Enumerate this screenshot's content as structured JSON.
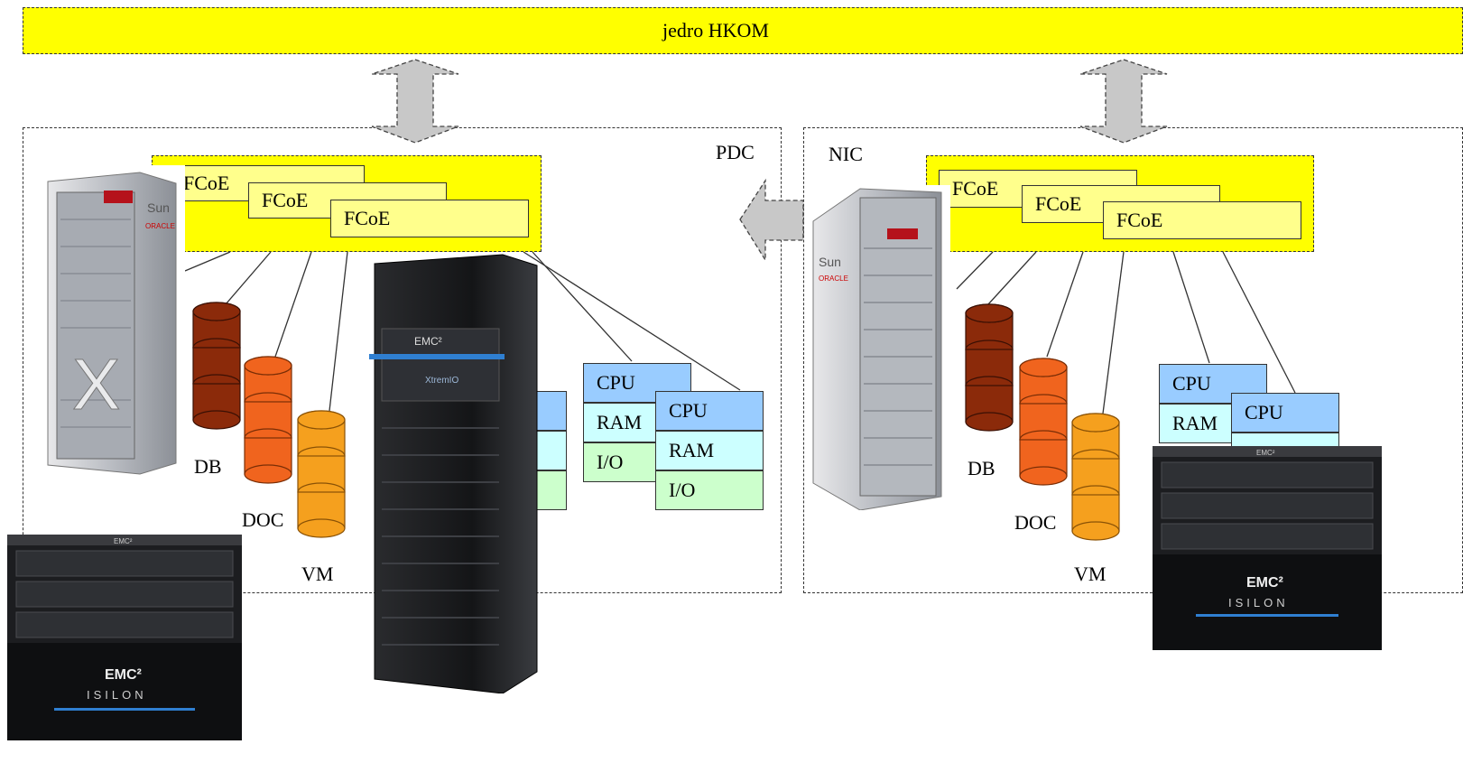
{
  "core": {
    "label": "jedro HKOM"
  },
  "left_site": {
    "name": "PDC",
    "fcoe": [
      "FCoE",
      "FCoE",
      "FCoE"
    ],
    "storage": [
      "DB",
      "DOC",
      "VM"
    ],
    "hosts": [
      {
        "cpu": "CPU",
        "ram": "RAM",
        "io": "I/O"
      },
      {
        "cpu": "CPU",
        "ram": "RAM",
        "io": "I/O"
      }
    ]
  },
  "right_site": {
    "name": "NIC",
    "fcoe": [
      "FCoE",
      "FCoE",
      "FCoE"
    ],
    "storage": [
      "DB",
      "DOC",
      "VM"
    ],
    "hosts": [
      {
        "cpu": "CPU",
        "ram": "RAM"
      },
      {
        "cpu": "CPU"
      }
    ]
  },
  "equipment": {
    "sun_brand": "Sun",
    "oracle_brand": "ORACLE",
    "exadata_mark": "X",
    "emc_brand": "EMC²",
    "isilon_brand": "ISILON",
    "xtremio_brand": "XtremIO"
  },
  "colors": {
    "core_fill": "#ffff00",
    "fcoe_fill": "#ffff8c",
    "cpu_fill": "#99ccff",
    "ram_fill": "#ccffff",
    "io_fill": "#ccffcc",
    "db_fill": "#8b2a0a",
    "doc_fill": "#f0641e",
    "vm_fill": "#f5a01e",
    "arrow_fill": "#c8c8c8"
  }
}
